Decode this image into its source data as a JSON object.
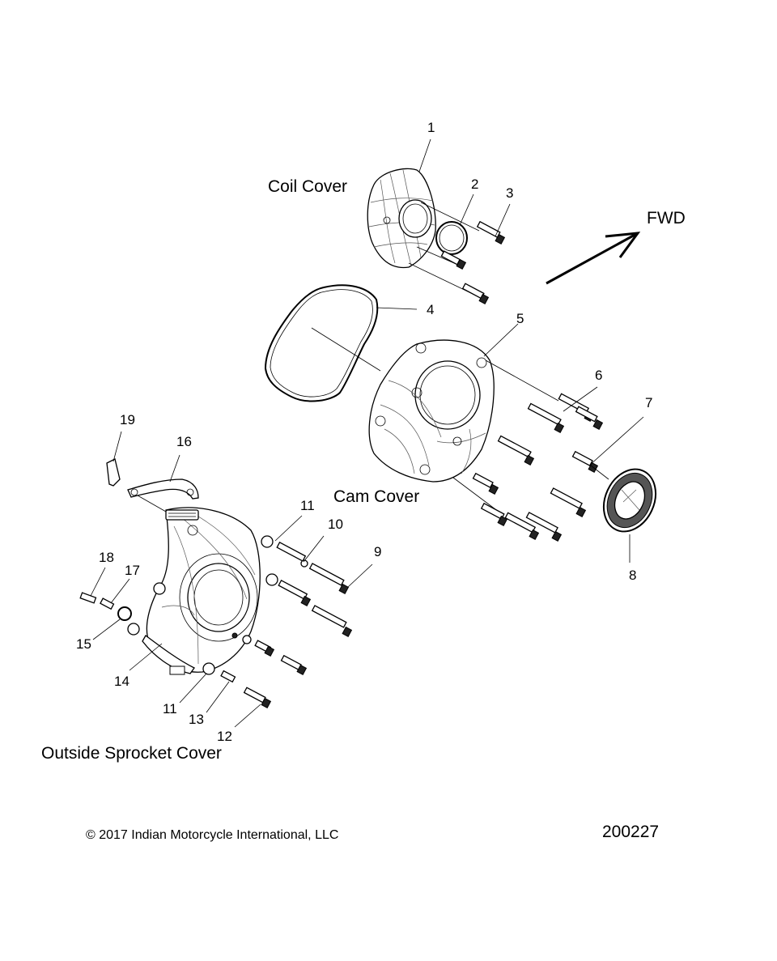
{
  "sections": {
    "coil_cover": "Coil Cover",
    "cam_cover": "Cam Cover",
    "outside_sprocket_cover": "Outside Sprocket Cover"
  },
  "direction_label": "FWD",
  "copyright": "© 2017 Indian Motorcycle International, LLC",
  "figure_number": "200227",
  "callouts": {
    "c1": "1",
    "c2": "2",
    "c3": "3",
    "c4": "4",
    "c5": "5",
    "c6": "6",
    "c7": "7",
    "c8": "8",
    "c9": "9",
    "c10": "10",
    "c11a": "11",
    "c11b": "11",
    "c12": "12",
    "c13": "13",
    "c14": "14",
    "c15": "15",
    "c16": "16",
    "c17": "17",
    "c18": "18",
    "c19": "19"
  }
}
